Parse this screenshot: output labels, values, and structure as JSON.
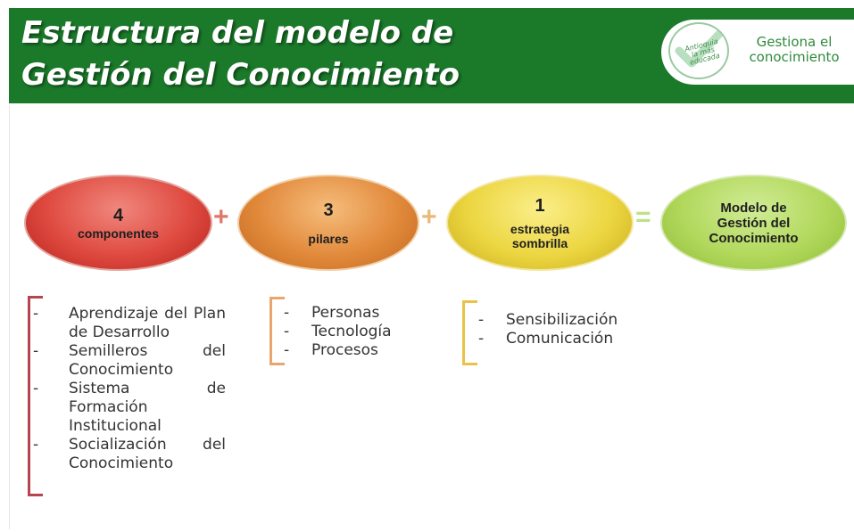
{
  "header": {
    "title_line1": "Estructura del modelo de",
    "title_line2": "Gestión del Conocimiento",
    "colors": {
      "background": "#1b7a2a",
      "title": "#ffffff"
    }
  },
  "logo": {
    "seal_line1": "Antioquia",
    "seal_line2": "la más",
    "seal_line3": "educada",
    "text_line1": "Gestiona el",
    "text_line2": "conocimiento"
  },
  "diagram": {
    "nodes": [
      {
        "number": "4",
        "label": "componentes",
        "color": "#df4a40"
      },
      {
        "number": "3",
        "label": "pilares",
        "color": "#e28a3c"
      },
      {
        "number": "1",
        "label_line1": "estrategia",
        "label_line2": "sombrilla",
        "color": "#ecd641"
      },
      {
        "label_line1": "Modelo de",
        "label_line2": "Gestión del",
        "label_line3": "Conocimiento",
        "color": "#b2d85c"
      }
    ],
    "operators": [
      "+",
      "+",
      "="
    ]
  },
  "lists": {
    "dash": "-",
    "componentes": [
      "Aprendizaje del Plan de Desarrollo",
      "Semilleros del Conocimiento",
      "Sistema de Formación Institucional",
      "Socialización del Conocimiento"
    ],
    "pilares": [
      "Personas",
      "Tecnología",
      "Procesos"
    ],
    "estrategia": [
      "Sensibilización",
      "Comunicación"
    ]
  }
}
